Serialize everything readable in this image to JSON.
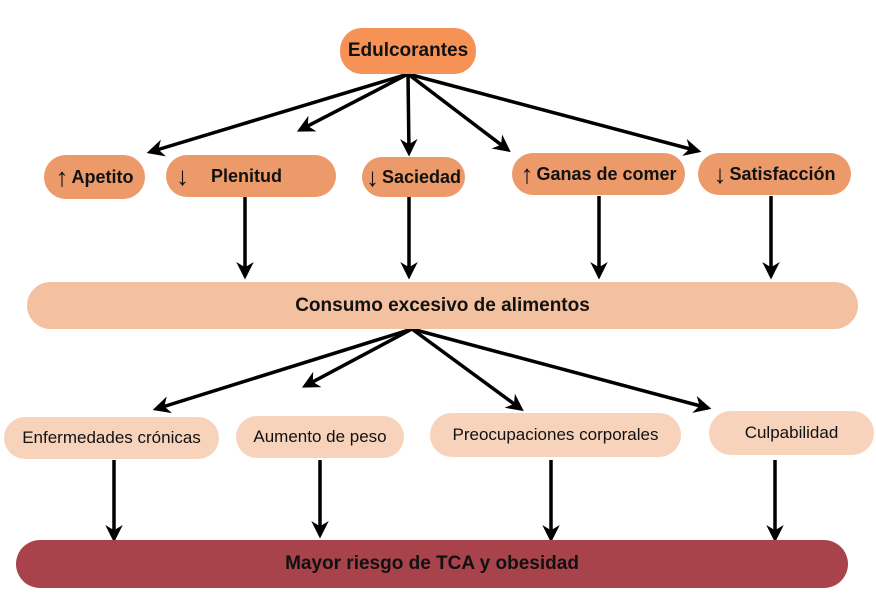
{
  "nodes": {
    "edulcorantes": "Edulcorantes",
    "apetito": {
      "arrow": "↑",
      "label": "Apetito"
    },
    "plenitud": {
      "arrow": "↓",
      "label": "Plenitud"
    },
    "saciedad": {
      "arrow": "↓",
      "label": "Saciedad"
    },
    "ganas": {
      "arrow": "↑",
      "label": "Ganas de comer"
    },
    "satisfaccion": {
      "arrow": "↓",
      "label": "Satisfacción"
    },
    "consumo": "Consumo excesivo de alimentos",
    "enfermedades": "Enfermedades crónicas",
    "aumento": "Aumento de peso",
    "preocupaciones": "Preocupaciones corporales",
    "culpabilidad": "Culpabilidad",
    "riesgo": "Mayor riesgo de TCA y obesidad"
  },
  "colors": {
    "root": "#f79256",
    "effects": "#ec9a6a",
    "consumption": "#f4c1a0",
    "consequences": "#f7d3bc",
    "outcome": "#a8434c",
    "arrows": "#000000"
  }
}
